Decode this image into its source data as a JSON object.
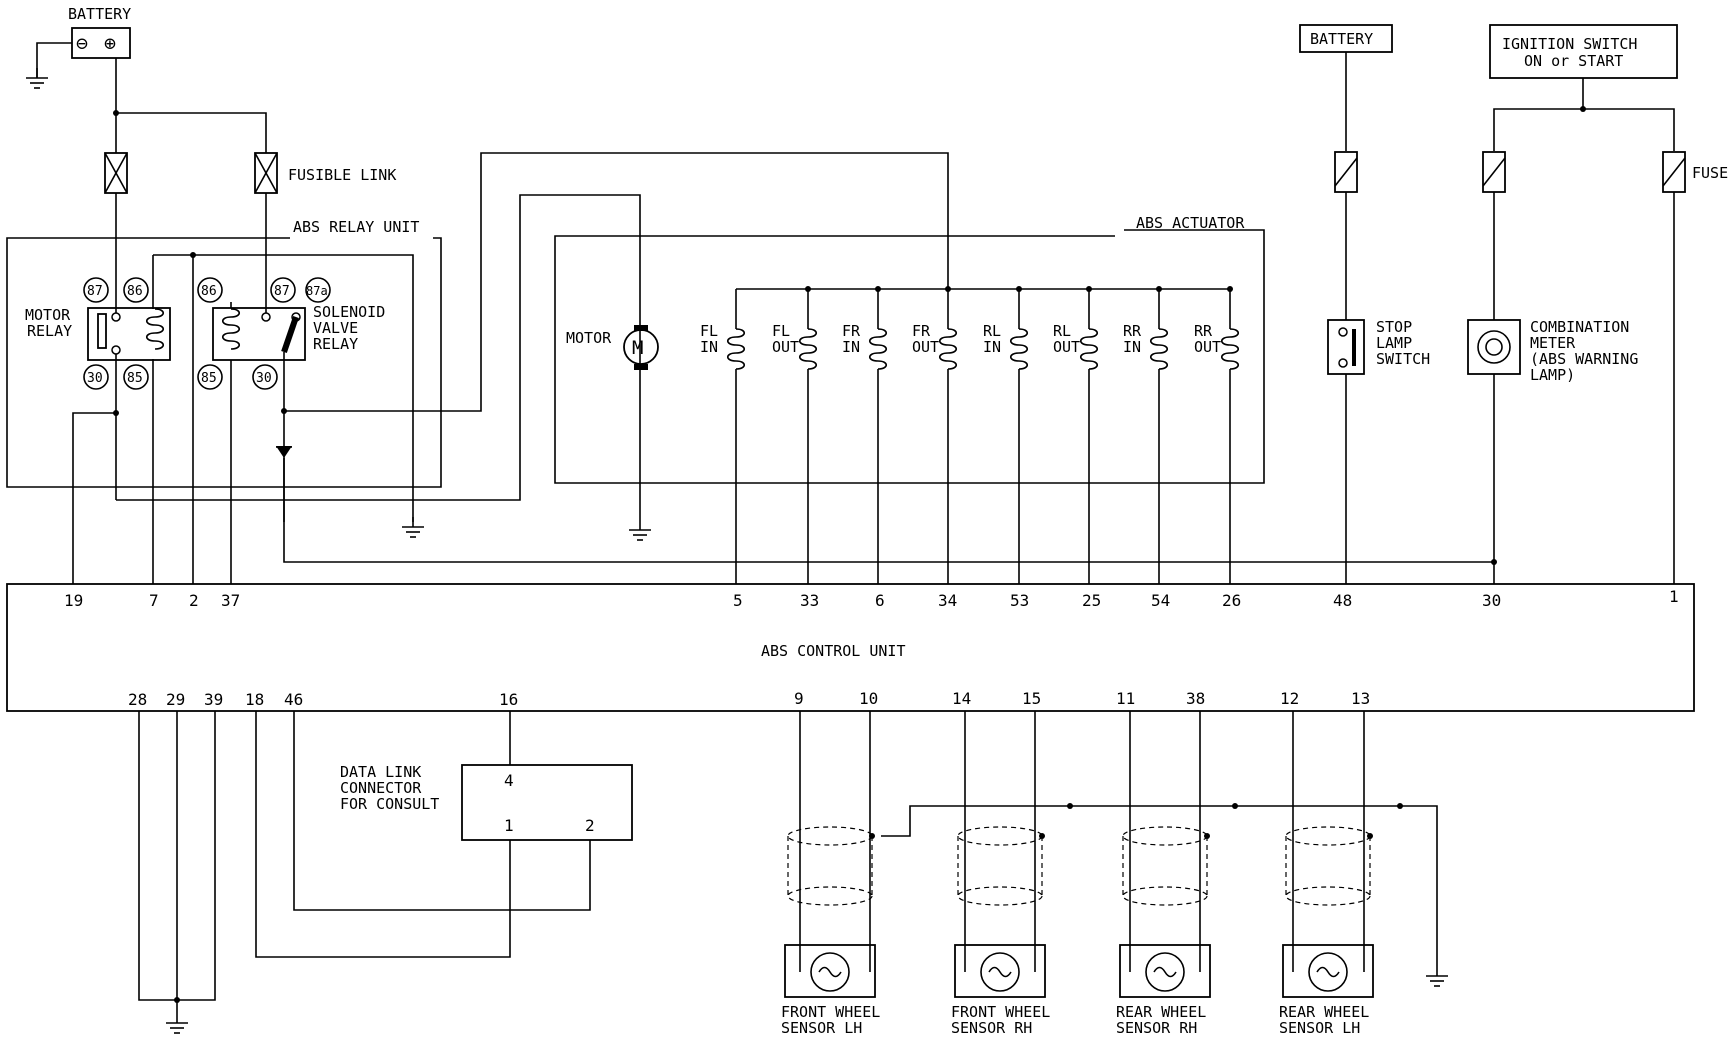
{
  "labels": {
    "battery_top": "BATTERY",
    "batt_minus": "⊖",
    "batt_plus": "⊕",
    "fusible_link": "FUSIBLE LINK",
    "abs_relay_unit": "ABS RELAY UNIT",
    "motor_relay_1": "MOTOR",
    "motor_relay_2": "RELAY",
    "solenoid_1": "SOLENOID",
    "solenoid_2": "VALVE",
    "solenoid_3": "RELAY",
    "abs_actuator": "ABS ACTUATOR",
    "motor": "MOTOR",
    "motor_symbol": "M",
    "battery_right": "BATTERY",
    "ignition_1": "IGNITION SWITCH",
    "ignition_2": "ON or START",
    "fuse": "FUSE",
    "stop_lamp_1": "STOP",
    "stop_lamp_2": "LAMP",
    "stop_lamp_3": "SWITCH",
    "combo_1": "COMBINATION",
    "combo_2": "METER",
    "combo_3": "(ABS WARNING",
    "combo_4": "LAMP)",
    "abs_control_unit": "ABS CONTROL UNIT",
    "dlc_1": "DATA LINK",
    "dlc_2": "CONNECTOR",
    "dlc_3": "FOR CONSULT",
    "dlc_pin_4": "4",
    "dlc_pin_1": "1",
    "dlc_pin_2": "2",
    "sensor_fl_1": "FRONT WHEEL",
    "sensor_fl_2": "SENSOR LH",
    "sensor_fr_1": "FRONT WHEEL",
    "sensor_fr_2": "SENSOR RH",
    "sensor_rr_1": "REAR WHEEL",
    "sensor_rr_2": "SENSOR RH",
    "sensor_rl_1": "REAR WHEEL",
    "sensor_rl_2": "SENSOR LH"
  },
  "relay_terminals": {
    "mr_87": "87",
    "mr_86": "86",
    "mr_30": "30",
    "mr_85": "85",
    "sv_86": "86",
    "sv_87": "87",
    "sv_87a": "87a",
    "sv_85": "85",
    "sv_30": "30"
  },
  "solenoids": [
    {
      "l1": "FL",
      "l2": "IN"
    },
    {
      "l1": "FL",
      "l2": "OUT"
    },
    {
      "l1": "FR",
      "l2": "IN"
    },
    {
      "l1": "FR",
      "l2": "OUT"
    },
    {
      "l1": "RL",
      "l2": "IN"
    },
    {
      "l1": "RL",
      "l2": "OUT"
    },
    {
      "l1": "RR",
      "l2": "IN"
    },
    {
      "l1": "RR",
      "l2": "OUT"
    }
  ],
  "pins_top": {
    "p19": "19",
    "p7": "7",
    "p2": "2",
    "p37": "37",
    "p5": "5",
    "p33": "33",
    "p6": "6",
    "p34": "34",
    "p53": "53",
    "p25": "25",
    "p54": "54",
    "p26": "26",
    "p48": "48",
    "p30": "30",
    "p1": "1"
  },
  "pins_bottom": {
    "p28": "28",
    "p29": "29",
    "p39": "39",
    "p18": "18",
    "p46": "46",
    "p16": "16",
    "p9": "9",
    "p10": "10",
    "p14": "14",
    "p15": "15",
    "p11": "11",
    "p38": "38",
    "p12": "12",
    "p13": "13"
  }
}
